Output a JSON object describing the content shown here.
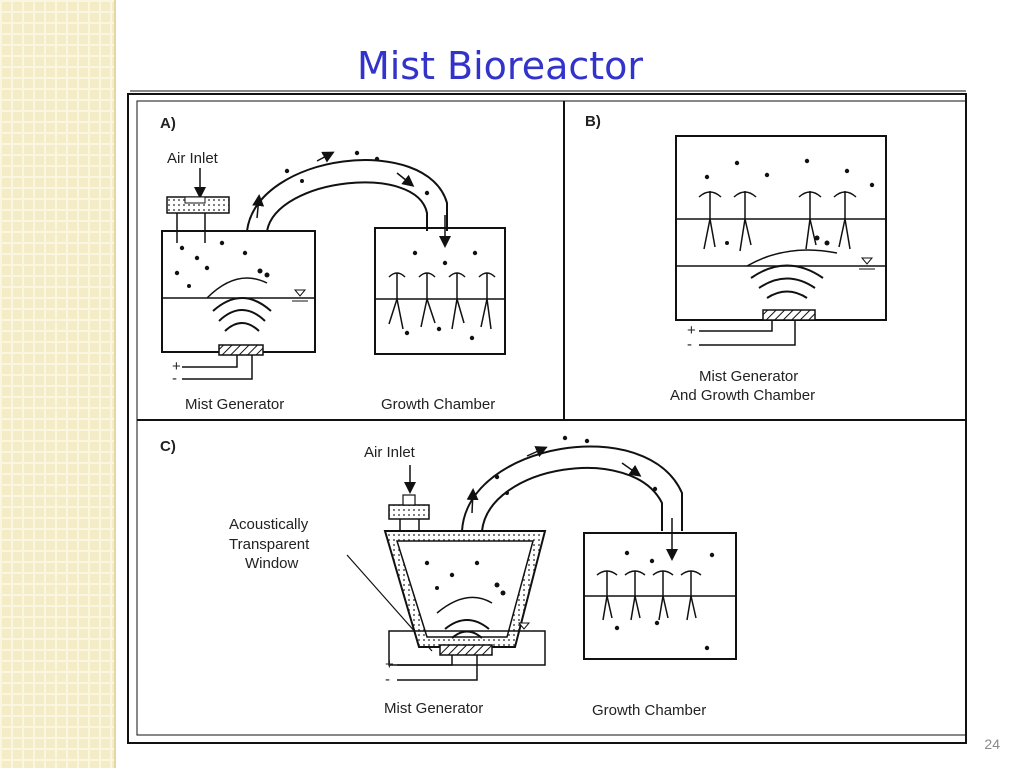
{
  "slide": {
    "title": "Mist Bioreactor",
    "page_number": "24"
  },
  "figure": {
    "panel_a": {
      "letter": "A)",
      "air_inlet": "Air Inlet",
      "mist_generator": "Mist Generator",
      "growth_chamber": "Growth Chamber",
      "plus": "+",
      "minus": "-"
    },
    "panel_b": {
      "letter": "B)",
      "caption_line1": "Mist Generator",
      "caption_line2": "And Growth Chamber",
      "plus": "+",
      "minus": "-"
    },
    "panel_c": {
      "letter": "C)",
      "air_inlet": "Air Inlet",
      "window_line1": "Acoustically",
      "window_line2": "Transparent",
      "window_line3": "Window",
      "mist_generator": "Mist Generator",
      "growth_chamber": "Growth Chamber",
      "plus": "+",
      "minus": "-"
    }
  }
}
